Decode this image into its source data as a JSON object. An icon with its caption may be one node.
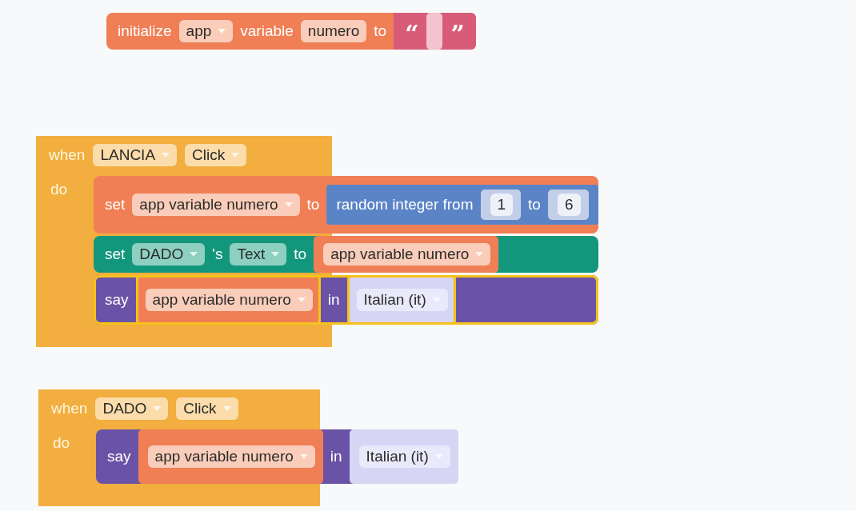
{
  "diagram": {
    "nodes": [
      {
        "text": [
          "initialize",
          "variable",
          "to"
        ]
      },
      {
        "text": [
          "app"
        ],
        "in": 0
      },
      {
        "text": [
          "numero"
        ],
        "in": 0
      },
      {
        "text": [
          "“",
          "”"
        ],
        "in": 0
      },
      {
        "text": [],
        "shape": "box",
        "in": 3
      },
      {
        "text": [
          "when",
          "do"
        ]
      },
      {
        "text": [
          "LANCIA"
        ],
        "in": 5
      },
      {
        "text": [
          "Click"
        ],
        "in": 5
      },
      {
        "text": [
          "set",
          "to"
        ],
        "in": 5
      },
      {
        "text": [
          "app variable numero"
        ],
        "in": 8
      },
      {
        "text": [
          "random integer from",
          "to"
        ],
        "in": 8
      },
      {
        "text": [],
        "shape": "box",
        "in": 10
      },
      {
        "text": [
          "1"
        ],
        "in": 11
      },
      {
        "text": [],
        "shape": "box",
        "in": 10
      },
      {
        "text": [
          "6"
        ],
        "in": 13
      },
      {
        "text": [
          "set",
          "'s",
          "to"
        ],
        "in": 5
      },
      {
        "text": [
          "DADO"
        ],
        "in": 15
      },
      {
        "text": [
          "Text"
        ],
        "in": 15
      },
      {
        "text": [],
        "shape": "box",
        "in": 15
      },
      {
        "text": [
          "app variable numero"
        ],
        "in": 18
      },
      {
        "text": [
          "say",
          "in"
        ],
        "in": 5
      },
      {
        "text": [],
        "shape": "box",
        "in": 20
      },
      {
        "text": [
          "app variable numero"
        ],
        "in": 21
      },
      {
        "text": [],
        "shape": "box",
        "in": 20
      },
      {
        "text": [
          "Italian (it)"
        ],
        "in": 23
      },
      {
        "text": [
          "when",
          "do"
        ]
      },
      {
        "text": [
          "DADO"
        ],
        "in": 25
      },
      {
        "text": [
          "Click"
        ],
        "in": 25
      },
      {
        "text": [
          "say",
          "in"
        ],
        "in": 25
      },
      {
        "text": [],
        "shape": "box",
        "in": 28
      },
      {
        "text": [
          "app variable numero"
        ],
        "in": 29
      },
      {
        "text": [],
        "shape": "box",
        "in": 28
      },
      {
        "text": [
          "Italian (it)"
        ],
        "in": 31
      }
    ]
  }
}
